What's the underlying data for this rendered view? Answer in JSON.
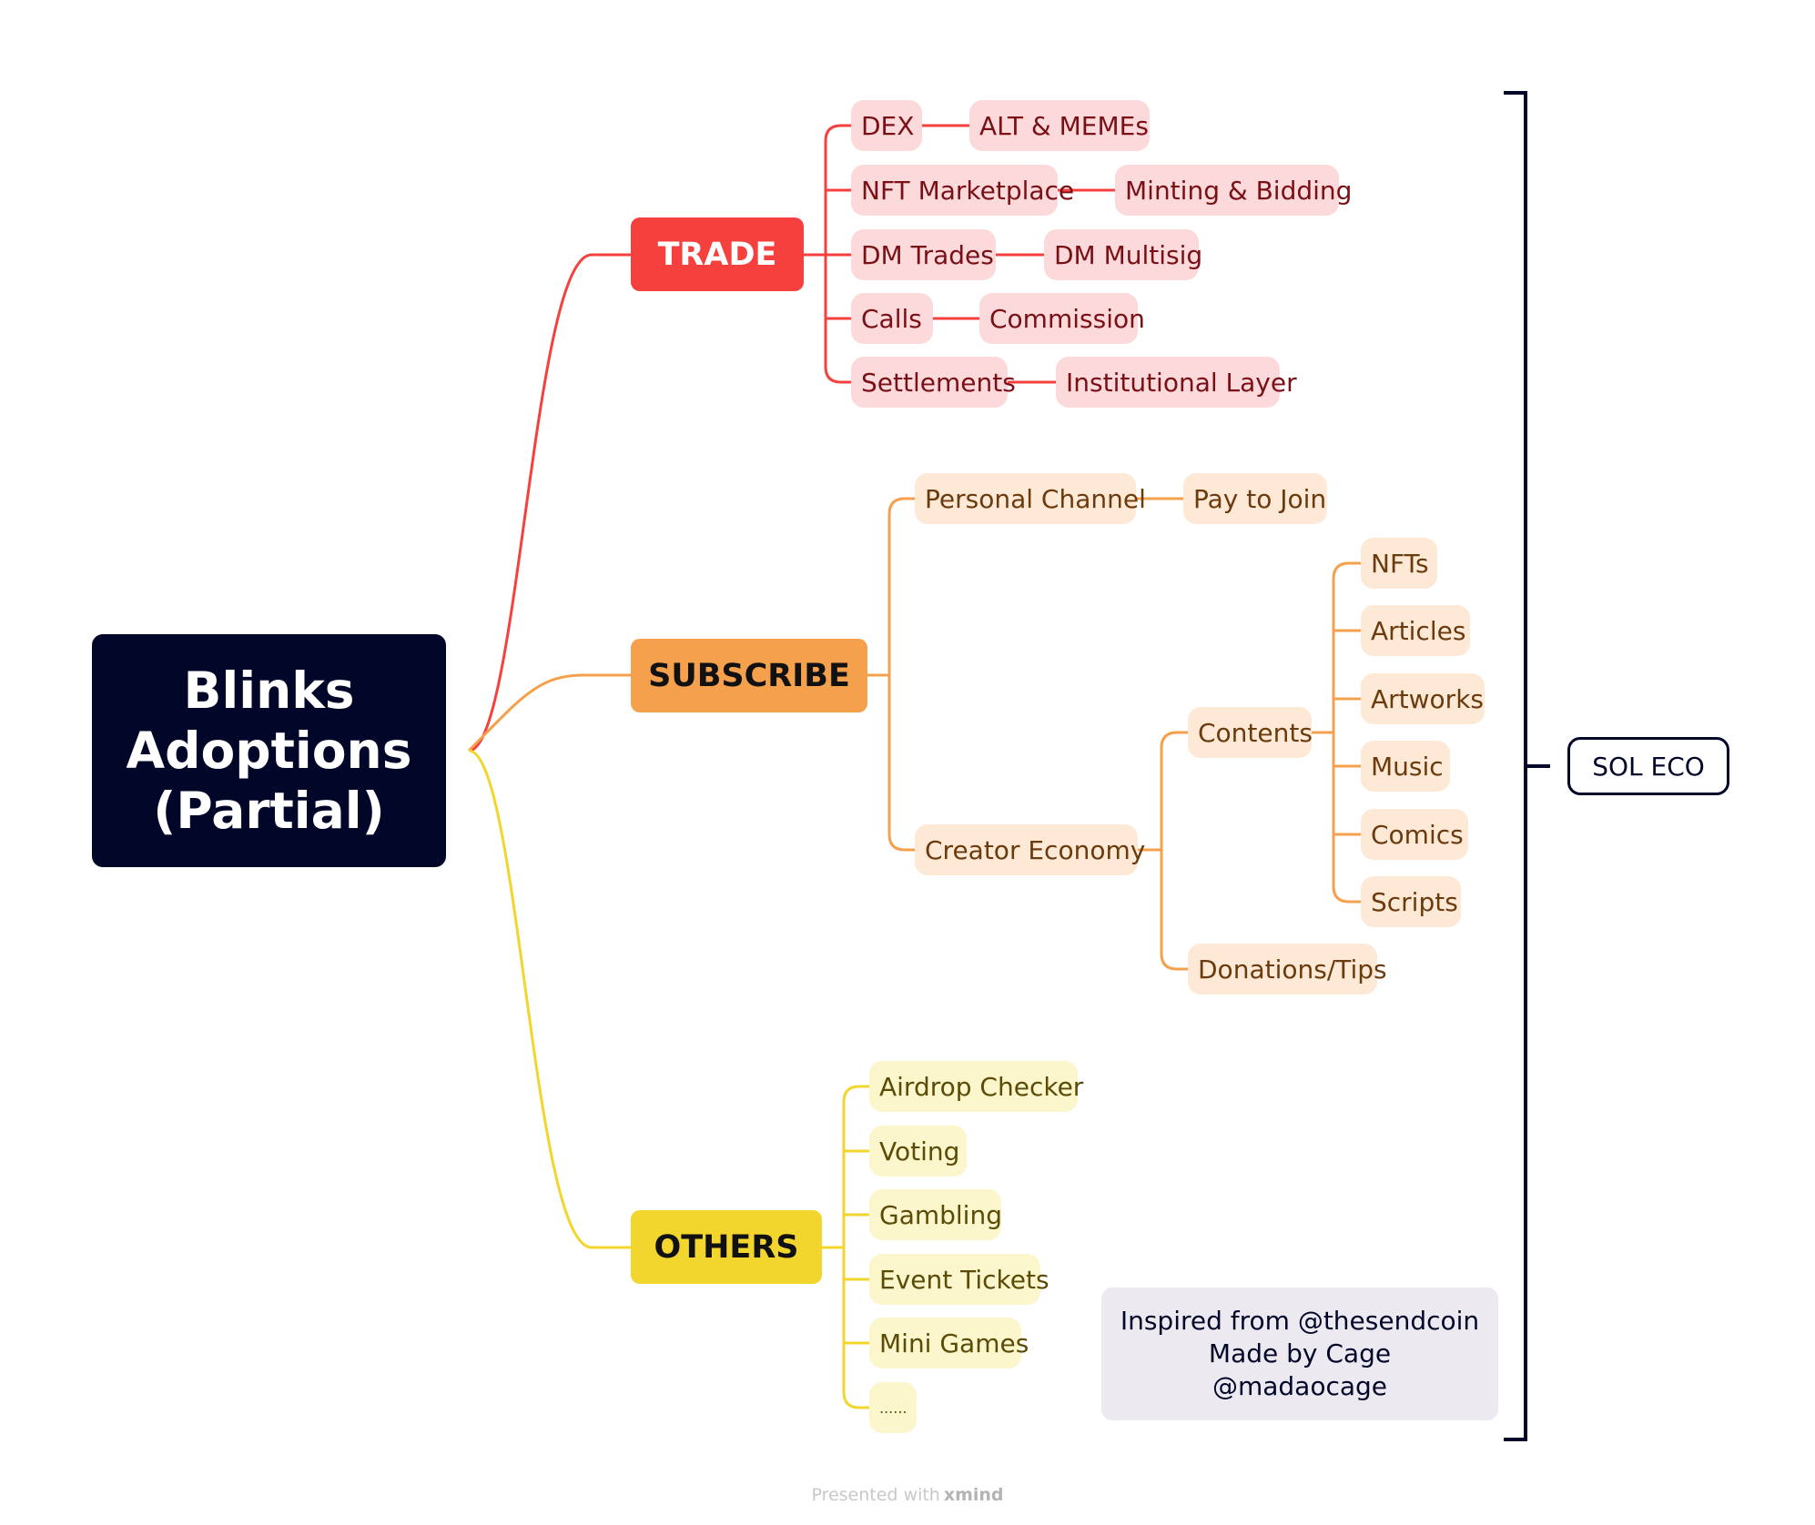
{
  "root": {
    "lines": [
      "Blinks",
      "Adoptions",
      "(Partial)"
    ]
  },
  "branches": {
    "trade": {
      "label": "TRADE",
      "color": "#f6403e",
      "items": [
        {
          "label": "DEX",
          "child": "ALT & MEMEs"
        },
        {
          "label": "NFT Marketplace",
          "child": "Minting & Bidding"
        },
        {
          "label": "DM Trades",
          "child": "DM Multisig"
        },
        {
          "label": "Calls",
          "child": "Commission"
        },
        {
          "label": "Settlements",
          "child": "Institutional Layer"
        }
      ]
    },
    "subscribe": {
      "label": "SUBSCRIBE",
      "color": "#f5a04c",
      "personal_channel": {
        "label": "Personal Channel",
        "child": "Pay to Join"
      },
      "creator_economy": {
        "label": "Creator Economy",
        "contents": {
          "label": "Contents",
          "items": [
            "NFTs",
            "Articles",
            "Artworks",
            "Music",
            "Comics",
            "Scripts"
          ]
        },
        "donations": "Donations/Tips"
      }
    },
    "others": {
      "label": "OTHERS",
      "color": "#f2d62e",
      "items": [
        "Airdrop Checker",
        "Voting",
        "Gambling",
        "Event Tickets",
        "Mini Games",
        "......"
      ]
    }
  },
  "summary": {
    "label": "SOL ECO"
  },
  "note": {
    "lines": [
      "Inspired from @thesendcoin",
      "Made by Cage",
      "@madaocage"
    ]
  },
  "footer": {
    "prefix": "Presented with",
    "brand": "xmind"
  }
}
